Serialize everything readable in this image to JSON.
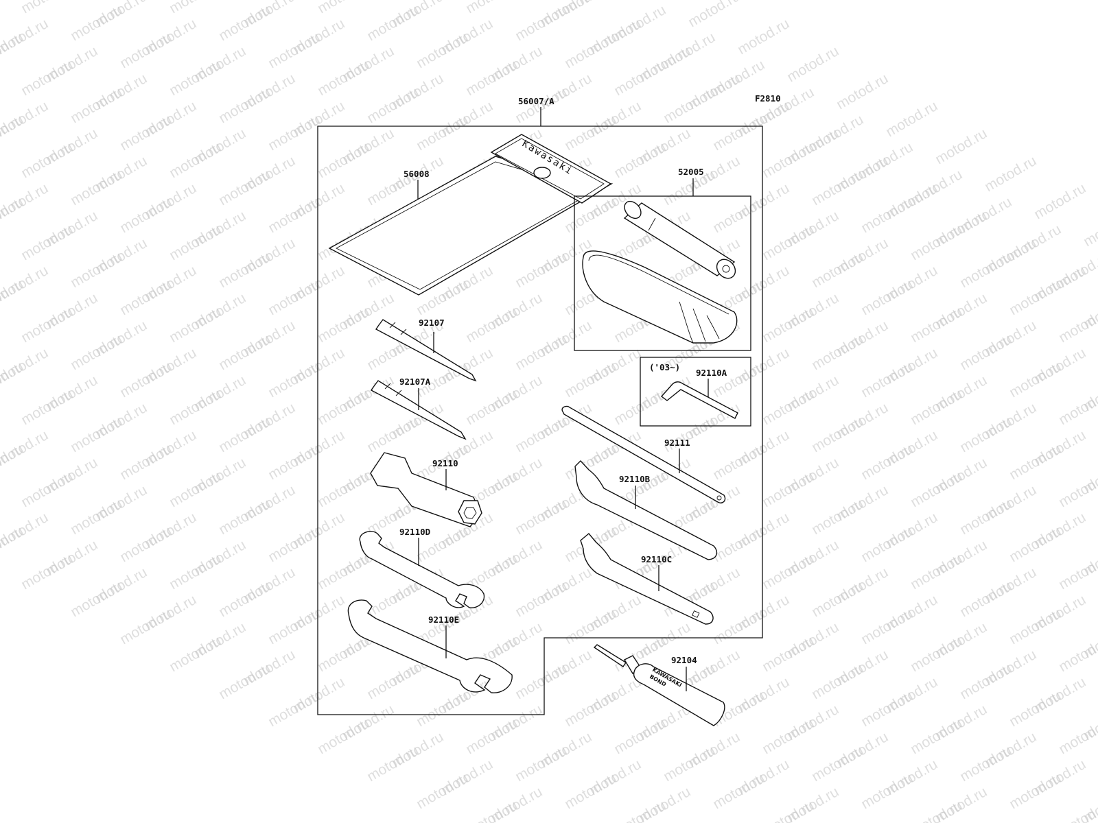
{
  "figure_code": "F2810",
  "watermark_text": "motod.ru",
  "part_labels": {
    "kit": "56007/A",
    "pouch": "56008",
    "pump": "52005",
    "screwdriver_grip": "92107",
    "screwdriver_bit": "92107A",
    "plug_wrench": "92110",
    "hex_key_note": "('03~)",
    "hex_key": "92110A",
    "handle_bar": "92111",
    "spanner_b": "92110B",
    "spanner_c": "92110C",
    "wrench_d": "92110D",
    "wrench_e": "92110E",
    "bond": "92104"
  },
  "branding": {
    "pouch_brand": "Kawasaki",
    "tube_brand": "KAWASAKI",
    "tube_product": "BOND"
  }
}
